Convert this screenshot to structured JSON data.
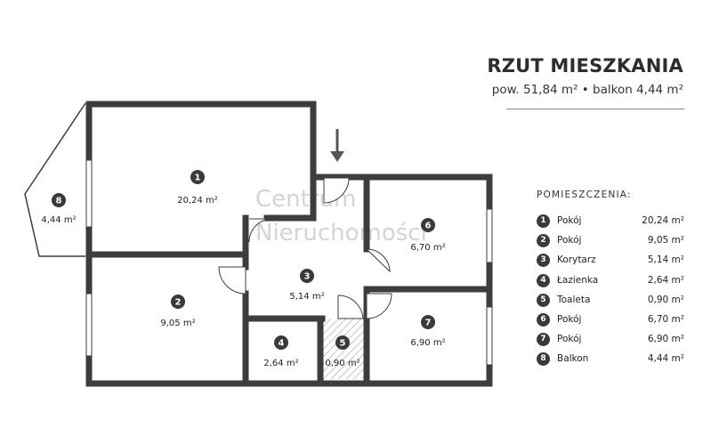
{
  "header": {
    "title": "RZUT MIESZKANIA",
    "subtitle": "pow. 51,84 m² • balkon 4,44 m²"
  },
  "watermark": [
    "Centrum",
    "Nieruchomości"
  ],
  "legend": {
    "heading": "POMIESZCZENIA:",
    "rows": [
      {
        "num": "1",
        "name": "Pokój",
        "area": "20,24 m²"
      },
      {
        "num": "2",
        "name": "Pokój",
        "area": "9,05 m²"
      },
      {
        "num": "3",
        "name": "Korytarz",
        "area": "5,14 m²"
      },
      {
        "num": "4",
        "name": "Łazienka",
        "area": "2,64 m²"
      },
      {
        "num": "5",
        "name": "Toaleta",
        "area": "0,90 m²"
      },
      {
        "num": "6",
        "name": "Pokój",
        "area": "6,70 m²"
      },
      {
        "num": "7",
        "name": "Pokój",
        "area": "6,90 m²"
      },
      {
        "num": "8",
        "name": "Balkon",
        "area": "4,44 m²"
      }
    ]
  },
  "plan": {
    "rooms": [
      {
        "num": "1",
        "area": "20,24 m²"
      },
      {
        "num": "2",
        "area": "9,05 m²"
      },
      {
        "num": "3",
        "area": "5,14 m²"
      },
      {
        "num": "4",
        "area": "2,64 m²"
      },
      {
        "num": "5",
        "area": "0,90 m²"
      },
      {
        "num": "6",
        "area": "6,70 m²"
      },
      {
        "num": "7",
        "area": "6,90 m²"
      },
      {
        "num": "8",
        "area": "4,44 m²"
      }
    ]
  },
  "colors": {
    "wall": "#3d3d3d",
    "badge": "#3a3a3a",
    "text": "#2b2b2b",
    "watermark": "#d4d4d4",
    "hatch": "#9a9a9a"
  }
}
